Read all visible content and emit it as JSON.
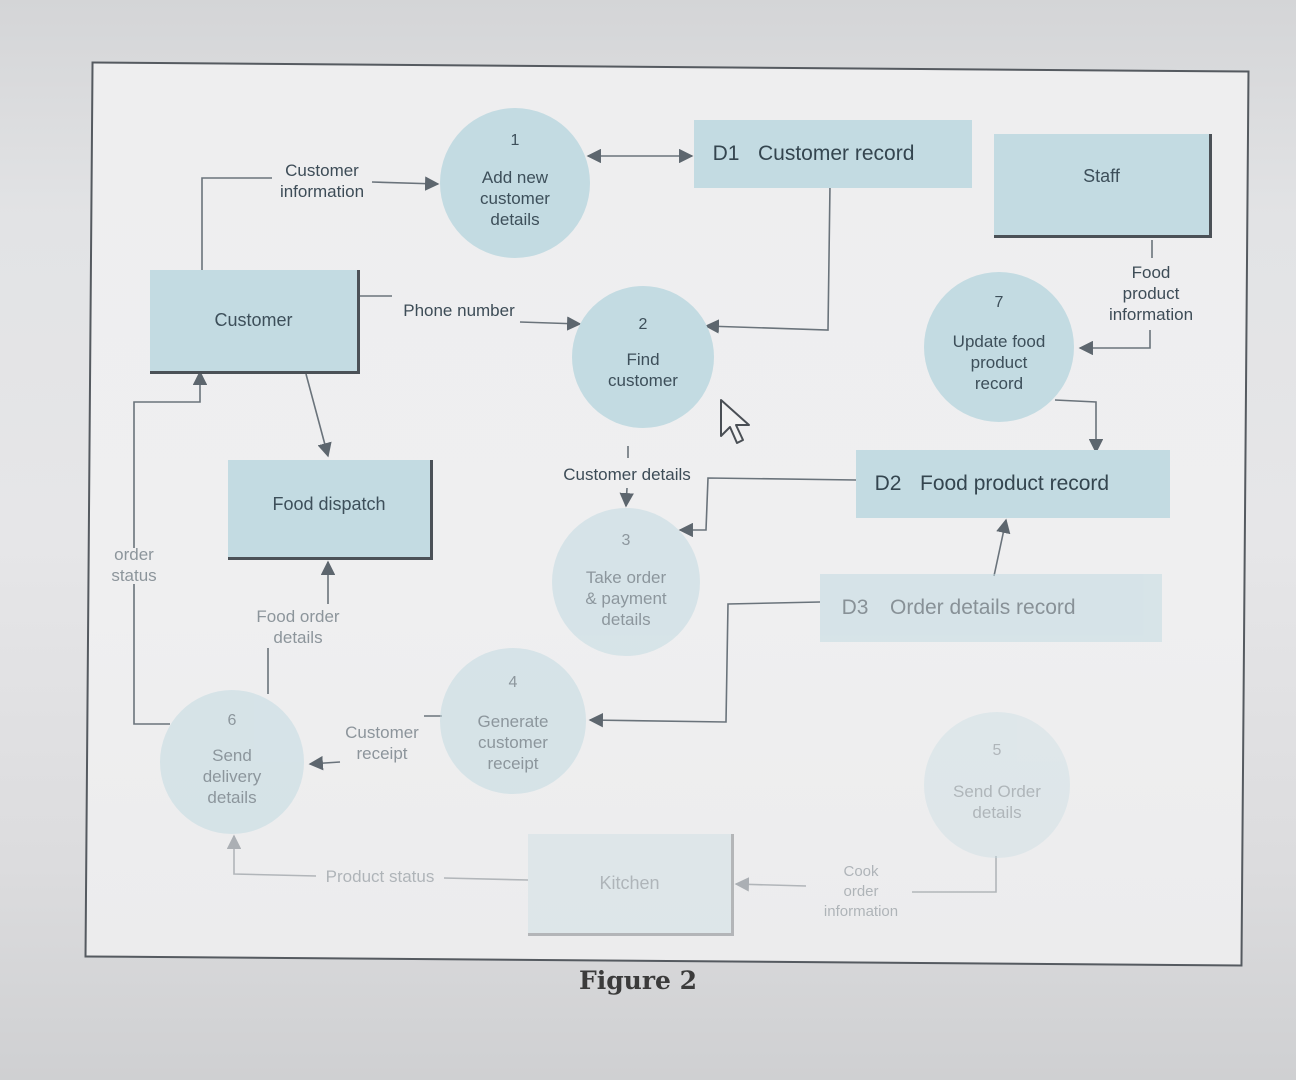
{
  "caption": "Figure 2",
  "external_entities": {
    "customer": "Customer",
    "staff": "Staff",
    "food_dispatch": "Food dispatch",
    "kitchen": "Kitchen"
  },
  "processes": [
    {
      "num": "1",
      "name": "Add new\ncustomer\ndetails"
    },
    {
      "num": "2",
      "name": "Find\ncustomer"
    },
    {
      "num": "3",
      "name": "Take order\n& payment\ndetails"
    },
    {
      "num": "4",
      "name": "Generate\ncustomer\nreceipt"
    },
    {
      "num": "5",
      "name": "Send Order\ndetails"
    },
    {
      "num": "6",
      "name": "Send\ndelivery\ndetails"
    },
    {
      "num": "7",
      "name": "Update food\nproduct\nrecord"
    }
  ],
  "data_stores": [
    {
      "id": "D1",
      "name": "Customer record"
    },
    {
      "id": "D2",
      "name": "Food product record"
    },
    {
      "id": "D3",
      "name": "Order details record"
    }
  ],
  "flows": {
    "customer_information": "Customer\ninformation",
    "phone_number": "Phone number",
    "food_product_information": "Food\nproduct\ninformation",
    "customer_details": "Customer details",
    "order_status": "order\nstatus",
    "food_order_details": "Food order\ndetails",
    "customer_receipt": "Customer\nreceipt",
    "product_status": "Product status",
    "cook_order_information": "Cook\norder\ninformation"
  }
}
